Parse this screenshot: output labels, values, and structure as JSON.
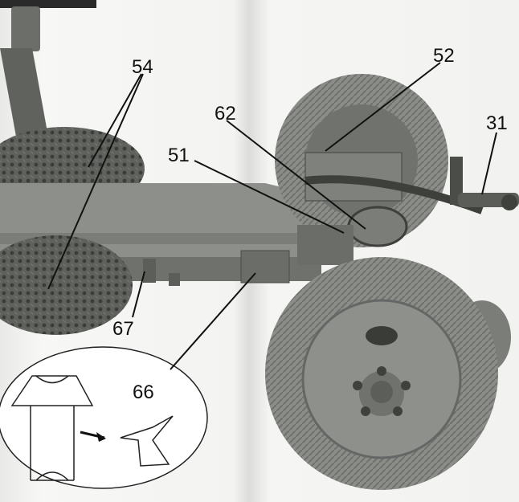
{
  "labels": {
    "part_54": "54",
    "part_52": "52",
    "part_62": "62",
    "part_31": "31",
    "part_51": "51",
    "part_67": "67",
    "part_66": "66"
  }
}
